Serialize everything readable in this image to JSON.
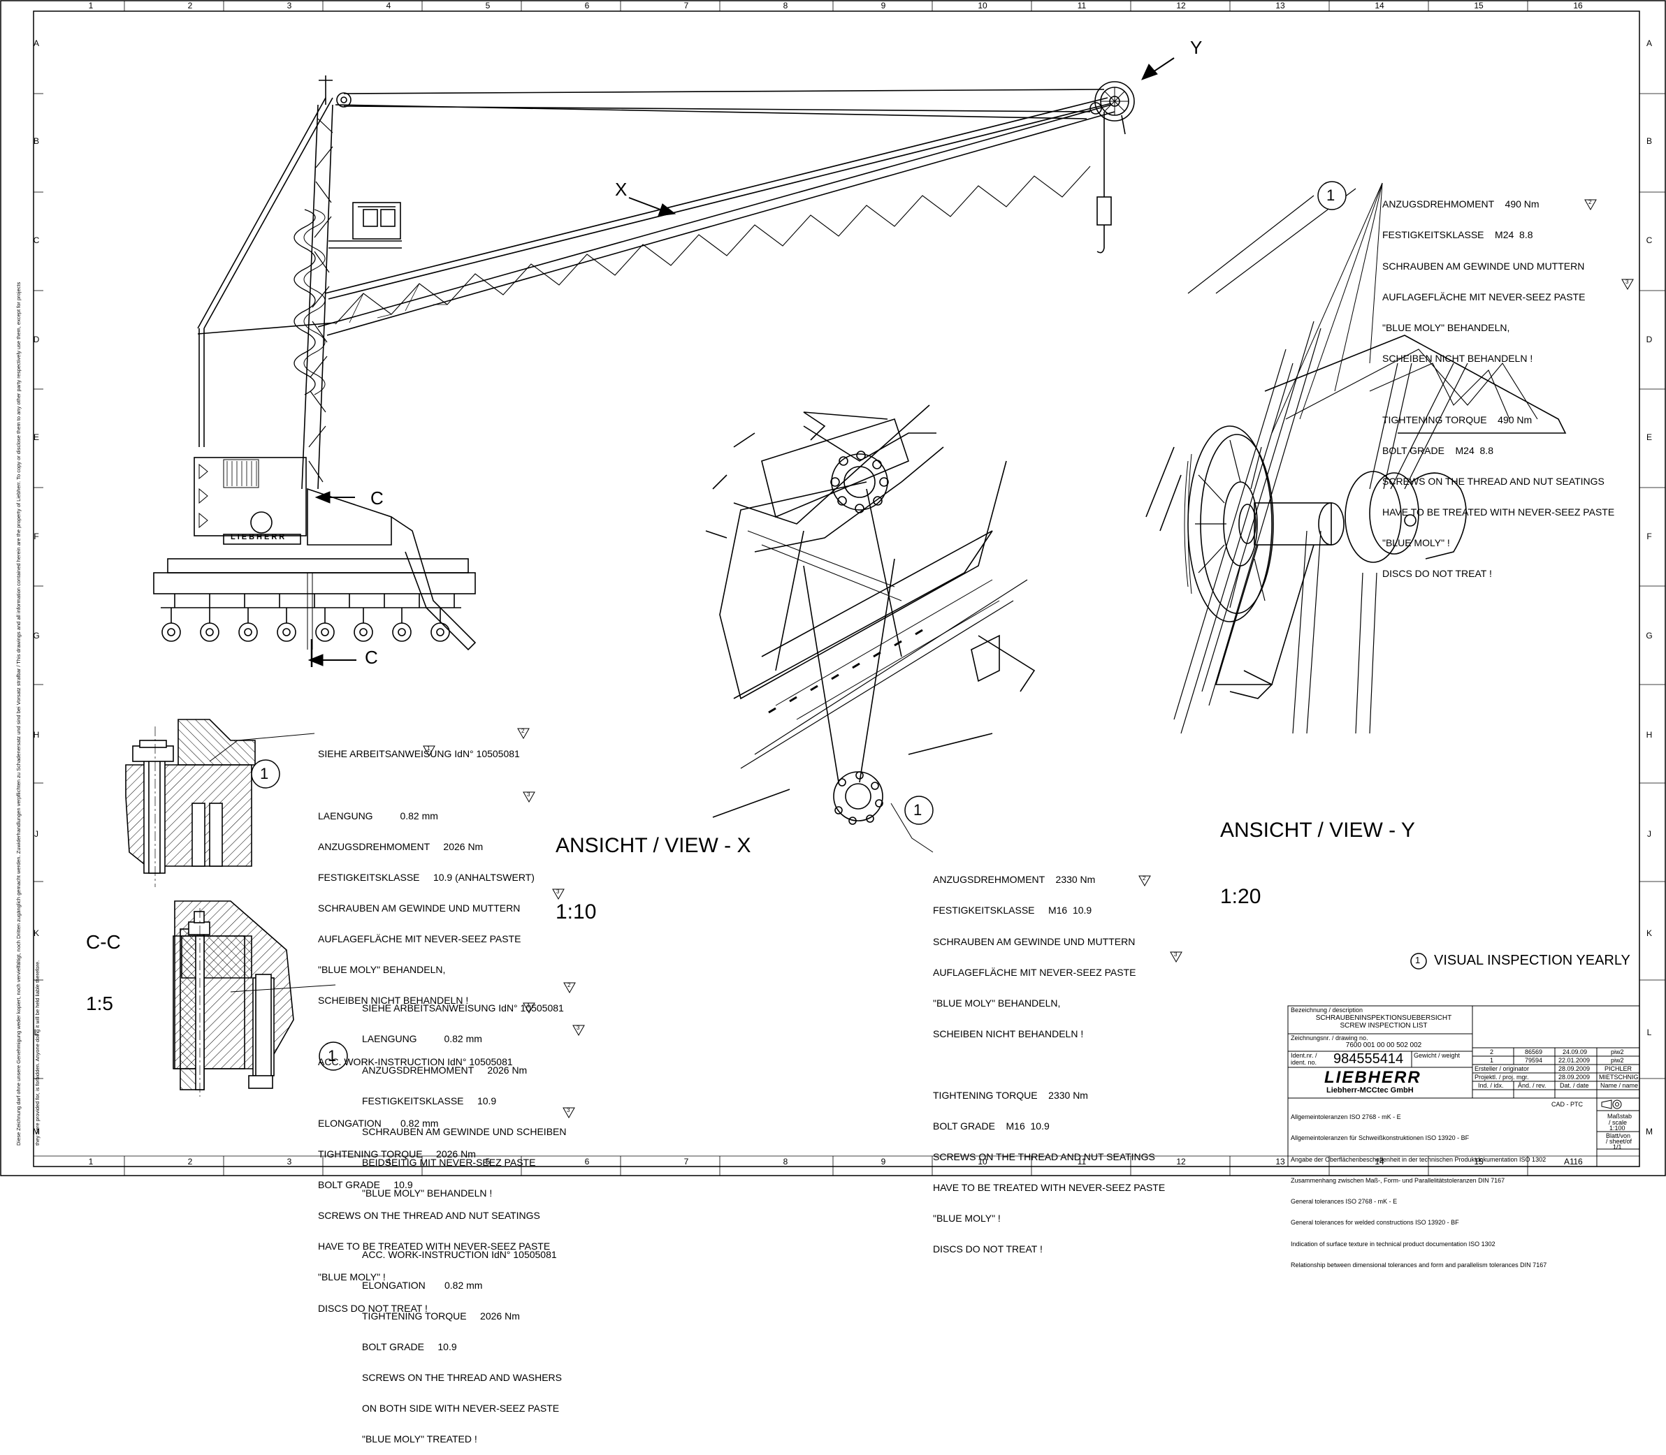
{
  "grid": {
    "columns": [
      "1",
      "2",
      "3",
      "4",
      "5",
      "6",
      "7",
      "8",
      "9",
      "10",
      "11",
      "12",
      "13",
      "14",
      "15",
      "16"
    ],
    "rows": [
      "A",
      "B",
      "C",
      "D",
      "E",
      "F",
      "G",
      "H",
      "J",
      "K",
      "L",
      "M"
    ]
  },
  "side_note_lines": [
    "Diese Zeichnung darf ohne unsere Genehmigung weder kopiert, noch vervielfältigt, noch Dritten zugänglich gemacht werden. Zuwiderhandlungen verpflichten zu Schadenersatz und sind bei Vorsatz strafbar / This drawings and all information contained herein are the property of Liebherr. To copy or disclose them to any other party respectively use them, except for projects",
    "they were provided for, is forbidden. Anyone doing it will be held liable therefore."
  ],
  "crane_view": {
    "label_x": "X",
    "label_y": "Y",
    "label_c_top": "C",
    "label_c_bottom": "C",
    "brand_text": "LIEBHERR"
  },
  "view_x": {
    "title": "ANSICHT / VIEW - X",
    "scale": "1:10",
    "callout": "1"
  },
  "view_y": {
    "title": "ANSICHT / VIEW - Y",
    "scale": "1:20",
    "callout": "1"
  },
  "section_cc": {
    "title": "C-C",
    "scale": "1:5",
    "callout_top": "1",
    "callout_bottom": "1"
  },
  "note_y": {
    "callout": "1",
    "lines": [
      "ANZUGSDREHMOMENT    490 Nm",
      "FESTIGKEITSKLASSE    M24  8.8",
      "SCHRAUBEN AM GEWINDE UND MUTTERN",
      "AUFLAGEFLÄCHE MIT NEVER-SEEZ PASTE",
      "\"BLUE MOLY\" BEHANDELN,",
      "SCHEIBEN NICHT BEHANDELN !",
      "",
      "TIGHTENING TORQUE    490 Nm",
      "BOLT GRADE    M24  8.8",
      "SCREWS ON THE THREAD AND NUT SEATINGS",
      "HAVE TO BE TREATED WITH NEVER-SEEZ PASTE",
      "\"BLUE MOLY\" !",
      "DISCS DO NOT TREAT !"
    ],
    "tri_1": "2",
    "tri_2": "3"
  },
  "note_cc_top": {
    "lines": [
      "SIEHE ARBEITSANWEISUNG IdN° 10505081",
      "",
      "LAENGUNG          0.82 mm",
      "ANZUGSDREHMOMENT     2026 Nm",
      "FESTIGKEITSKLASSE     10.9 (ANHALTSWERT)",
      "SCHRAUBEN AM GEWINDE UND MUTTERN",
      "AUFLAGEFLÄCHE MIT NEVER-SEEZ PASTE",
      "\"BLUE MOLY\" BEHANDELN,",
      "SCHEIBEN NICHT BEHANDELN !",
      "",
      "ACC. WORK-INSTRUCTION IdN° 10505081",
      "",
      "ELONGATION       0.82 mm",
      "TIGHTENING TORQUE     2026 Nm",
      "BOLT GRADE     10.9",
      "SCREWS ON THE THREAD AND NUT SEATINGS",
      "HAVE TO BE TREATED WITH NEVER-SEEZ PASTE",
      "\"BLUE MOLY\" !",
      "DISCS DO NOT TREAT !"
    ],
    "tri_a": "2",
    "tri_b": "1",
    "tri_c": "3",
    "tri_d": "3"
  },
  "note_cc_bottom": {
    "lines": [
      "SIEHE ARBEITSANWEISUNG IdN° 10505081",
      "LAENGUNG          0.82 mm",
      "ANZUGSDREHMOMENT     2026 Nm",
      "FESTIGKEITSKLASSE     10.9",
      "SCHRAUBEN AM GEWINDE UND SCHEIBEN",
      "BEIDSEITIG MIT NEVER-SEEZ PASTE",
      "\"BLUE MOLY\" BEHANDELN !",
      "",
      "ACC. WORK-INSTRUCTION IdN° 10505081",
      "ELONGATION       0.82 mm",
      "TIGHTENING TORQUE     2026 Nm",
      "BOLT GRADE     10.9",
      "SCREWS ON THE THREAD AND WASHERS",
      "ON BOTH SIDE WITH NEVER-SEEZ PASTE",
      "\"BLUE MOLY\" TREATED !"
    ],
    "tri_a": "2",
    "tri_b": "1",
    "tri_c": "3",
    "tri_d": "3"
  },
  "note_x": {
    "lines": [
      "ANZUGSDREHMOMENT    2330 Nm",
      "FESTIGKEITSKLASSE     M16  10.9",
      "SCHRAUBEN AM GEWINDE UND MUTTERN",
      "AUFLAGEFLÄCHE MIT NEVER-SEEZ PASTE",
      "\"BLUE MOLY\" BEHANDELN,",
      "SCHEIBEN NICHT BEHANDELN !",
      "",
      "TIGHTENING TORQUE    2330 Nm",
      "BOLT GRADE    M16  10.9",
      "SCREWS ON THE THREAD AND NUT SEATINGS",
      "HAVE TO BE TREATED WITH NEVER-SEEZ PASTE",
      "\"BLUE MOLY\" !",
      "DISCS DO NOT TREAT !"
    ],
    "tri_1": "2",
    "tri_2": "3"
  },
  "legend": {
    "symbol": "1",
    "text": "VISUAL INSPECTION YEARLY"
  },
  "title_block": {
    "description_label": "Bezeichnung / description",
    "description_de": "SCHRAUBENINSPEKTIONSUEBERSICHT",
    "description_en": "SCREW INSPECTION LIST",
    "drawing_no_label": "Zeichnungsnr. / drawing no.",
    "drawing_no": "7600 001 00 00 502 002",
    "ident_label_1": "Ident.nr. /",
    "ident_label_2": "ident. no.",
    "ident_no": "984555414",
    "weight_label": "Gewicht / weight",
    "brand": "LIEBHERR",
    "company": "Liebherr-MCCtec GmbH",
    "revisions": [
      {
        "idx": "2",
        "change": "86569",
        "date": "24.09.09",
        "name": "piw2"
      },
      {
        "idx": "1",
        "change": "79594",
        "date": "22.01.2009",
        "name": "piw2"
      }
    ],
    "originator_label": "Ersteller / originator",
    "originator_date": "28.09.2009",
    "originator_name": "PICHLER",
    "project_label": "Projektl. / proj. mgr.",
    "project_date": "28.09.2009",
    "project_name": "MIETSCHNIG",
    "col_idx": "Ind. / idx.",
    "col_change": "Änd. / rev.",
    "col_date": "Dat. / date",
    "col_name": "Name / name",
    "cad": "CAD - PTC",
    "scale_label_1": "Maßstab",
    "scale_label_2": "/ scale",
    "scale_value": "1:100",
    "sheet_label_1": "Blatt/von",
    "sheet_label_2": "/ sheet/of",
    "sheet_value": "1/1",
    "format": "A1",
    "tolerance_lines": [
      "Allgemeintoleranzen ISO 2768 - mK - E",
      "Allgemeintoleranzen für Schweißkonstruktionen ISO 13920 - BF",
      "Angabe der Oberflächenbeschaffenheit in der technischen Produktdokumentation ISO 1302",
      "Zusammenhang zwischen Maß-, Form- und Parallelitätstoleranzen DIN 7167",
      "General tolerances ISO 2768 - mK - E",
      "General tolerances for welded constructions ISO 13920 - BF",
      "Indication of surface texture in technical product documentation ISO 1302",
      "Relationship between dimensional tolerances and form and parallelism tolerances DIN 7167"
    ]
  }
}
